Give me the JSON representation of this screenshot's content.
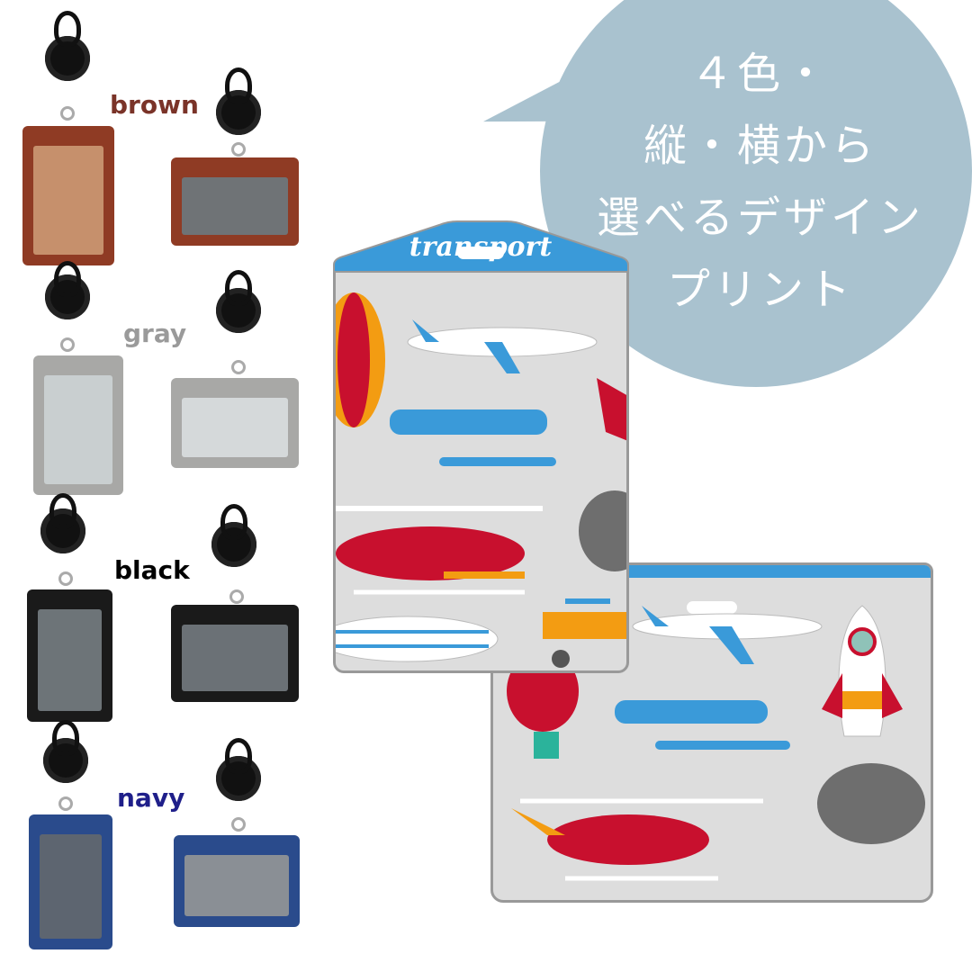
{
  "colors": [
    {
      "label": "brown",
      "text_color": "#7a3328",
      "holder_color": "#8f3b24",
      "window": "#c6906c"
    },
    {
      "label": "gray",
      "text_color": "#9a9a9a",
      "holder_color": "#a8a8a6",
      "window": "#c9cfd0"
    },
    {
      "label": "black",
      "text_color": "#000000",
      "holder_color": "#1a1a1a",
      "window": "#6d7478"
    },
    {
      "label": "navy",
      "text_color": "#1f1f8a",
      "holder_color": "#2a4b8c",
      "window": "#5d6570"
    }
  ],
  "bubble": {
    "color": "#a9c2cf",
    "lines": [
      "４色・",
      "縦・横から",
      "選べるデザイン",
      "プリント"
    ]
  },
  "card_design": {
    "title": "transport",
    "banner_color": "#3a9ad9",
    "background": "#dcdcdc"
  }
}
